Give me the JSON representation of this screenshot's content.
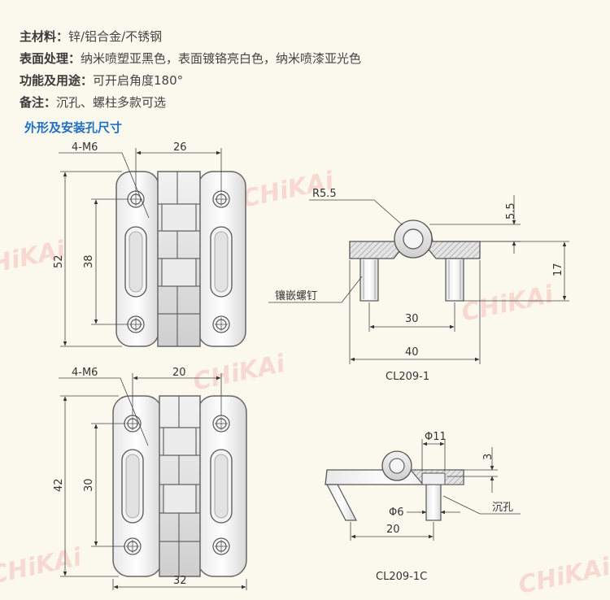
{
  "specs": [
    {
      "label": "主材料：",
      "value": "锌/铝合金/不锈钢"
    },
    {
      "label": "表面处理：",
      "value": "纳米喷塑亚黑色，表面镀铬亮白色，纳米喷漆亚光色"
    },
    {
      "label": "功能及用途：",
      "value": "可开启角度180°"
    },
    {
      "label": "备注：",
      "value": "沉孔、螺柱多款可选"
    }
  ],
  "section_title": "外形及安装孔尺寸",
  "top_front": {
    "thread": "4-M6",
    "width": "26",
    "height": "52",
    "hole_pitch": "38"
  },
  "bottom_front": {
    "thread": "4-M6",
    "top_width": "20",
    "height": "42",
    "hole_pitch": "30",
    "width": "32"
  },
  "side_1": {
    "radius": "R5.5",
    "offset": "5.5",
    "height": "17",
    "stud_label": "镶嵌螺钉",
    "pitch": "30",
    "length": "40",
    "model": "CL209-1"
  },
  "side_1c": {
    "bore": "Φ11",
    "depth": "3",
    "hole": "Φ6",
    "pitch": "20",
    "counterbore_label": "沉孔",
    "model": "CL209-1C"
  },
  "watermark": "CHiKAi",
  "colors": {
    "section_title": "#1e6fc4",
    "watermark": "#f0a0a0",
    "background": "#fbf8ee"
  }
}
